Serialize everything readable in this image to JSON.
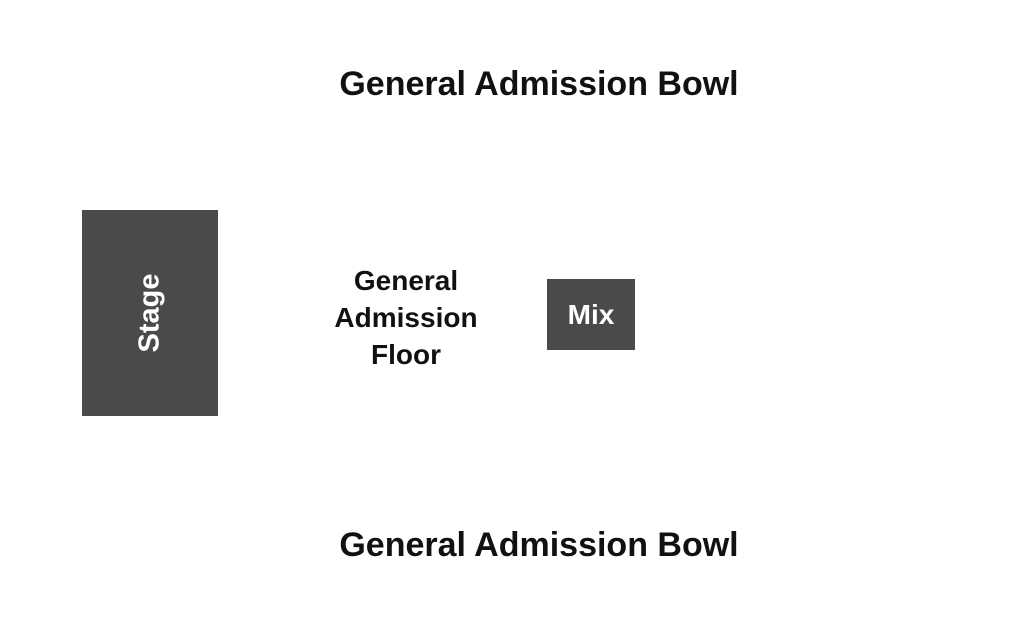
{
  "map": {
    "bowl_top_label": "General Admission Bowl",
    "bowl_bottom_label": "General Admission Bowl",
    "stage_label": "Stage",
    "floor_label_lines": [
      "General",
      "Admission",
      "Floor"
    ],
    "mix_label": "Mix",
    "colors": {
      "block_fill": "#4a4a4a",
      "block_text": "#ffffff",
      "label_text": "#111111",
      "background": "#ffffff"
    }
  }
}
